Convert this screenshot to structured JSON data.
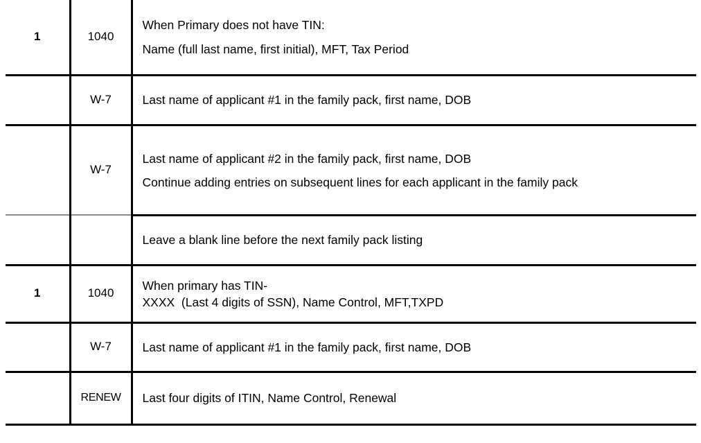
{
  "document": {
    "type": "table",
    "columns": [
      "seq",
      "form",
      "description"
    ],
    "rows": [
      {
        "seq": "1",
        "form": "1040",
        "lines": [
          "When Primary does not have TIN:",
          "Name (full last name, first initial), MFT, Tax Period"
        ]
      },
      {
        "seq": "",
        "form": "W-7",
        "lines": [
          "Last name of applicant #1 in the family pack, first name, DOB"
        ]
      },
      {
        "seq": "",
        "form": "W-7",
        "lines": [
          "Last name of applicant #2 in the family pack, first name, DOB",
          "Continue adding entries on subsequent lines for each applicant in the family pack"
        ]
      },
      {
        "seq": "",
        "form": "",
        "lines": [
          "Leave a blank line before the next family pack listing"
        ]
      },
      {
        "seq": "1",
        "form": "1040",
        "lines": [
          "When primary has TIN-",
          "XXXX  (Last 4 digits of SSN), Name Control, MFT,TXPD"
        ]
      },
      {
        "seq": "",
        "form": "W-7",
        "lines": [
          "Last name of applicant #1 in the family pack, first name, DOB"
        ]
      },
      {
        "seq": "",
        "form": "RENEW",
        "lines": [
          "Last four digits of ITIN, Name Control, Renewal"
        ]
      }
    ]
  },
  "colors": {
    "rule": "#000000",
    "rule_light": "#8a8a8a",
    "text": "#000000",
    "background": "#ffffff"
  }
}
